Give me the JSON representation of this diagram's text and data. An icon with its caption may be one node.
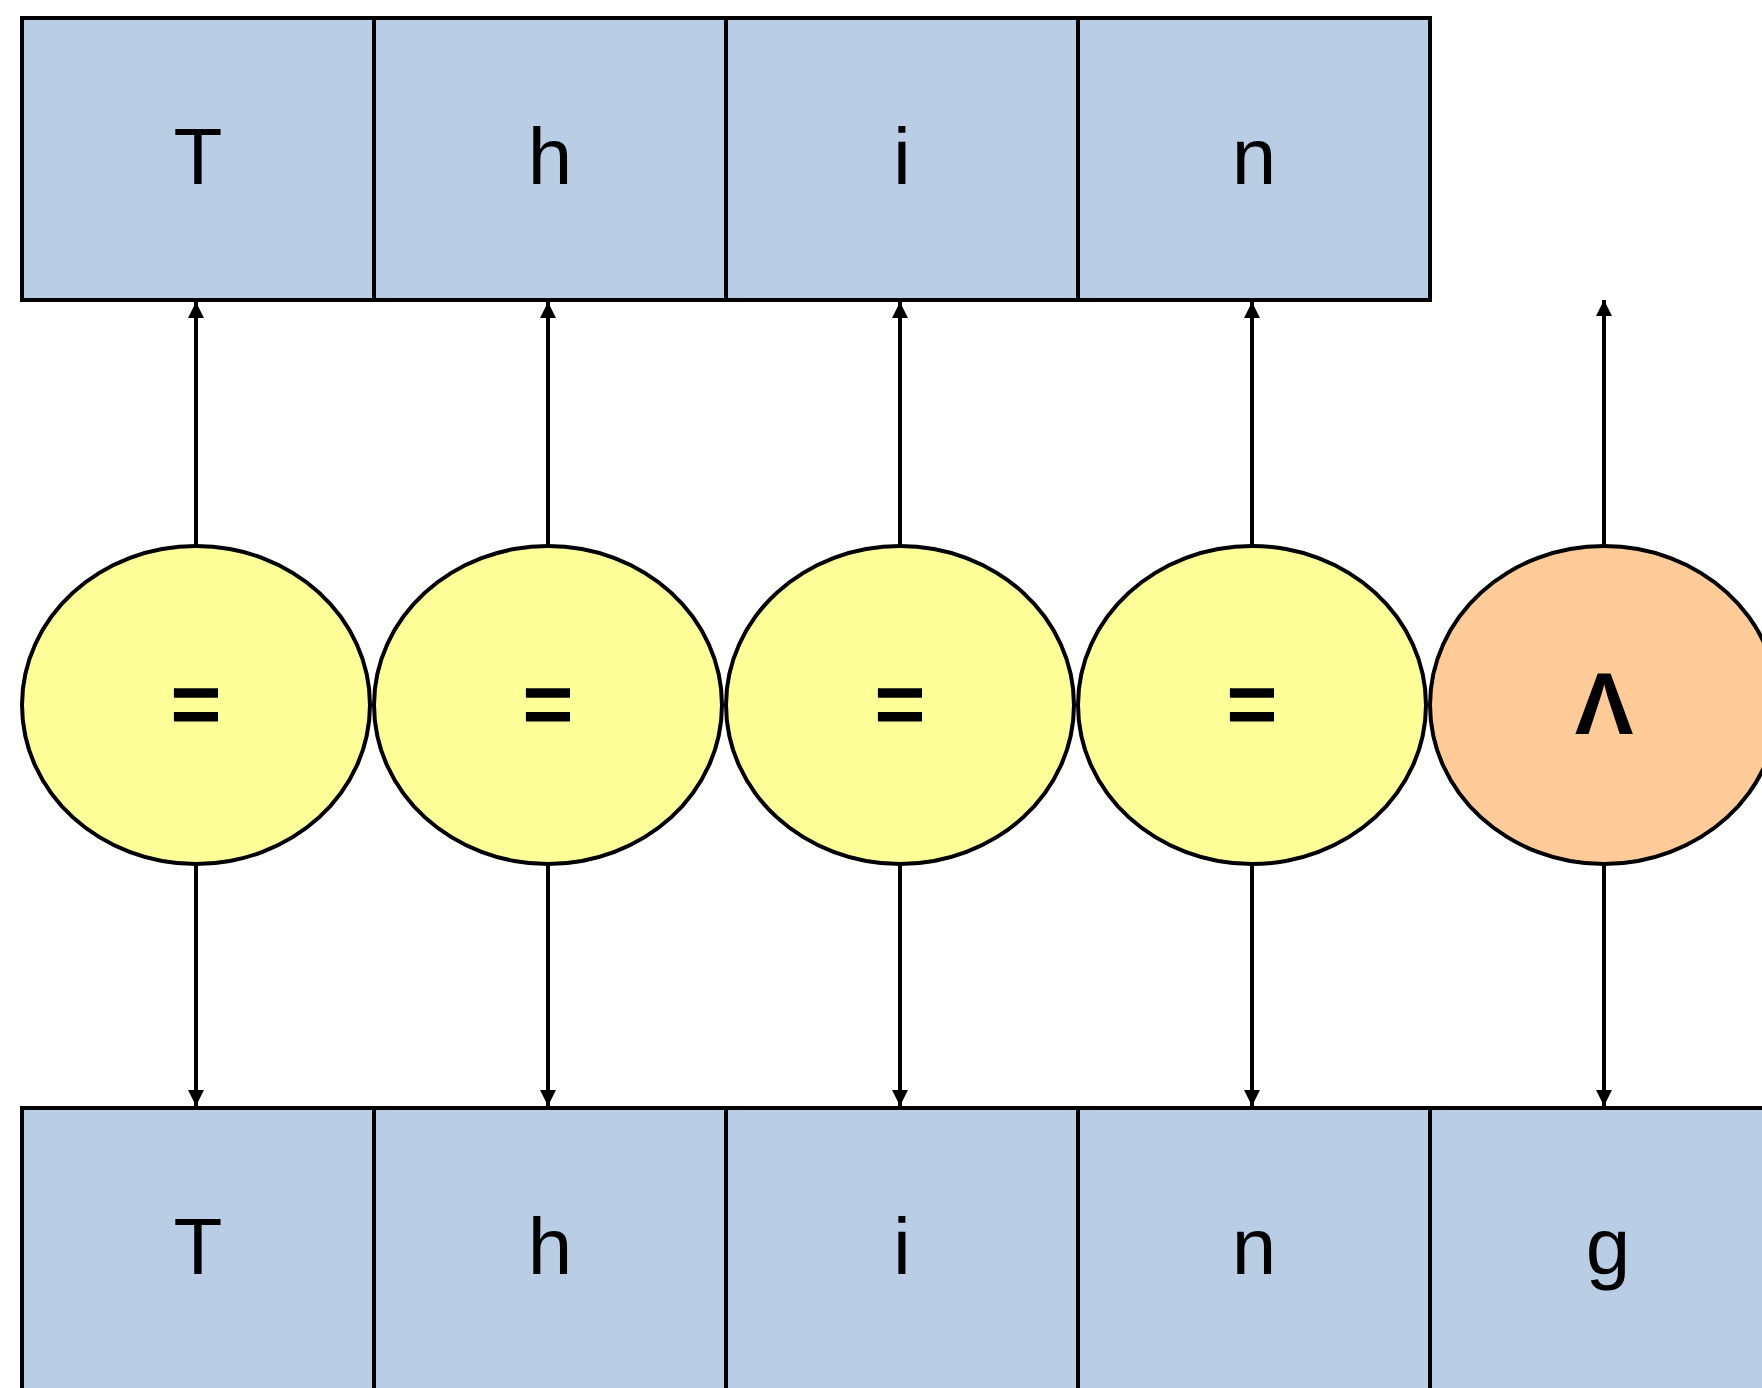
{
  "diagram": {
    "nodes": [
      {
        "text": [
          "T"
        ]
      },
      {
        "text": [
          "h"
        ]
      },
      {
        "text": [
          "i"
        ]
      },
      {
        "text": [
          "n"
        ]
      },
      {
        "text": [
          "="
        ]
      },
      {
        "text": [
          "="
        ]
      },
      {
        "text": [
          "="
        ]
      },
      {
        "text": [
          "="
        ]
      },
      {
        "text": [
          "Λ"
        ]
      },
      {
        "text": [
          "T"
        ]
      },
      {
        "text": [
          "h"
        ]
      },
      {
        "text": [
          "i"
        ]
      },
      {
        "text": [
          "n"
        ]
      },
      {
        "text": [
          "g"
        ]
      }
    ],
    "edges": [
      {
        "from": 4,
        "to": 0,
        "arrow": "to"
      },
      {
        "from": 5,
        "to": 1,
        "arrow": "to"
      },
      {
        "from": 6,
        "to": 2,
        "arrow": "to"
      },
      {
        "from": 7,
        "to": 3,
        "arrow": "to"
      },
      {
        "from": 8,
        "to": null,
        "arrow": "to"
      },
      {
        "from": 4,
        "to": 9,
        "arrow": "to"
      },
      {
        "from": 5,
        "to": 10,
        "arrow": "to"
      },
      {
        "from": 6,
        "to": 11,
        "arrow": "to"
      },
      {
        "from": 7,
        "to": 12,
        "arrow": "to"
      },
      {
        "from": 8,
        "to": 13,
        "arrow": "to"
      }
    ]
  }
}
